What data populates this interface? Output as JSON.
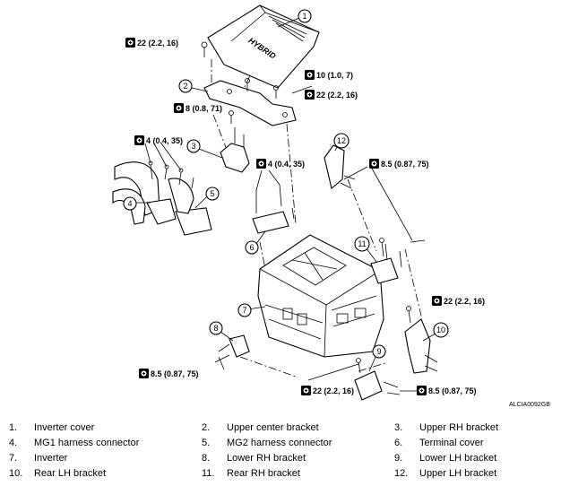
{
  "callouts": [
    "1",
    "2",
    "3",
    "4",
    "5",
    "6",
    "7",
    "8",
    "9",
    "10",
    "11",
    "12"
  ],
  "torque_specs": {
    "t_cover": "22 (2.2, 16)",
    "t_center_top": "10 (1.0, 7)",
    "t_center_bottom": "22 (2.2, 16)",
    "t_bracket3": "8 (0.8, 71)",
    "t_harness": "4 (0.4, 35)",
    "t_terminal": "4 (0.4, 35)",
    "t_rear_top": "8.5 (0.87, 75)",
    "t_rear_mid": "22 (2.2, 16)",
    "t_lower_rh": "8.5 (0.87, 75)",
    "t_bottom_center": "22 (2.2, 16)",
    "t_lower_lh": "8.5 (0.87, 75)"
  },
  "cover_text": "HYBRID",
  "figure_code": "ALCIA0092GB",
  "legend": [
    {
      "num": "1.",
      "label": "Inverter cover"
    },
    {
      "num": "2.",
      "label": "Upper center bracket"
    },
    {
      "num": "3.",
      "label": "Upper RH bracket"
    },
    {
      "num": "4.",
      "label": "MG1 harness connector"
    },
    {
      "num": "5.",
      "label": "MG2 harness connector"
    },
    {
      "num": "6.",
      "label": "Terminal cover"
    },
    {
      "num": "7.",
      "label": "Inverter"
    },
    {
      "num": "8.",
      "label": "Lower RH bracket"
    },
    {
      "num": "9.",
      "label": "Lower LH bracket"
    },
    {
      "num": "10.",
      "label": "Rear LH bracket"
    },
    {
      "num": "11.",
      "label": "Rear RH bracket"
    },
    {
      "num": "12.",
      "label": "Upper LH bracket"
    }
  ]
}
